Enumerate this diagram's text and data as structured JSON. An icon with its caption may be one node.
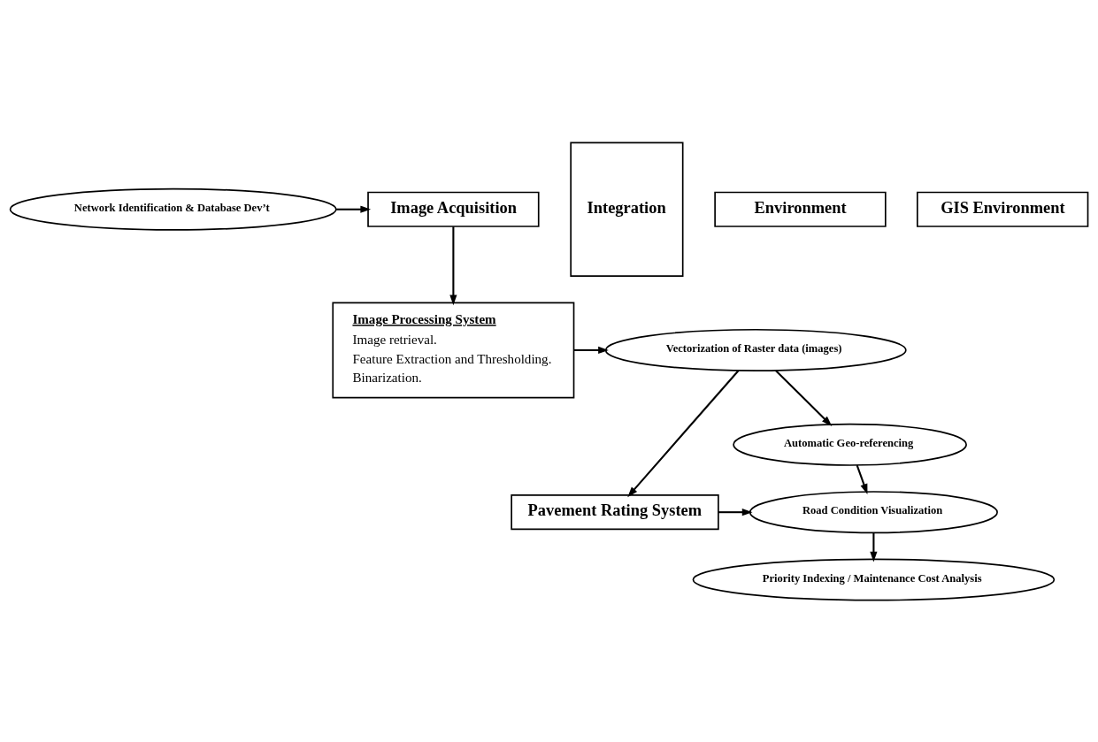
{
  "diagram": {
    "nodes": [
      {
        "text": [
          "Image Acquisition"
        ]
      },
      {
        "text": [
          "Integration"
        ]
      },
      {
        "text": [
          "Network Identification & Database Dev’t"
        ]
      },
      {
        "text": [
          "Image Processing System",
          "Image retrieval.",
          "Feature Extraction and Thresholding.",
          "Binarization."
        ]
      },
      {
        "text": [
          "Vectorization of Raster data (images)"
        ]
      },
      {
        "text": [
          "Automatic Geo-referencing"
        ]
      },
      {
        "text": [
          "Road Condition Visualization"
        ]
      },
      {
        "text": [
          "Pavement Rating System"
        ]
      },
      {
        "text": [
          "Priority Indexing / Maintenance Cost Analysis"
        ]
      },
      {
        "text": [
          "Environment"
        ]
      },
      {
        "text": [
          "GIS Environment"
        ]
      }
    ],
    "edges": [
      {
        "from": 2,
        "to": 0,
        "arrow": "to"
      },
      {
        "from": 0,
        "to": 3,
        "arrow": "to"
      },
      {
        "from": 3,
        "to": 4,
        "arrow": "to"
      },
      {
        "from": 4,
        "to": 7,
        "arrow": "to"
      },
      {
        "from": 4,
        "to": 5,
        "arrow": "to"
      },
      {
        "from": 5,
        "to": 6,
        "arrow": "to"
      },
      {
        "from": 7,
        "to": 6,
        "arrow": "to"
      },
      {
        "from": 6,
        "to": 8,
        "arrow": "to"
      }
    ]
  }
}
